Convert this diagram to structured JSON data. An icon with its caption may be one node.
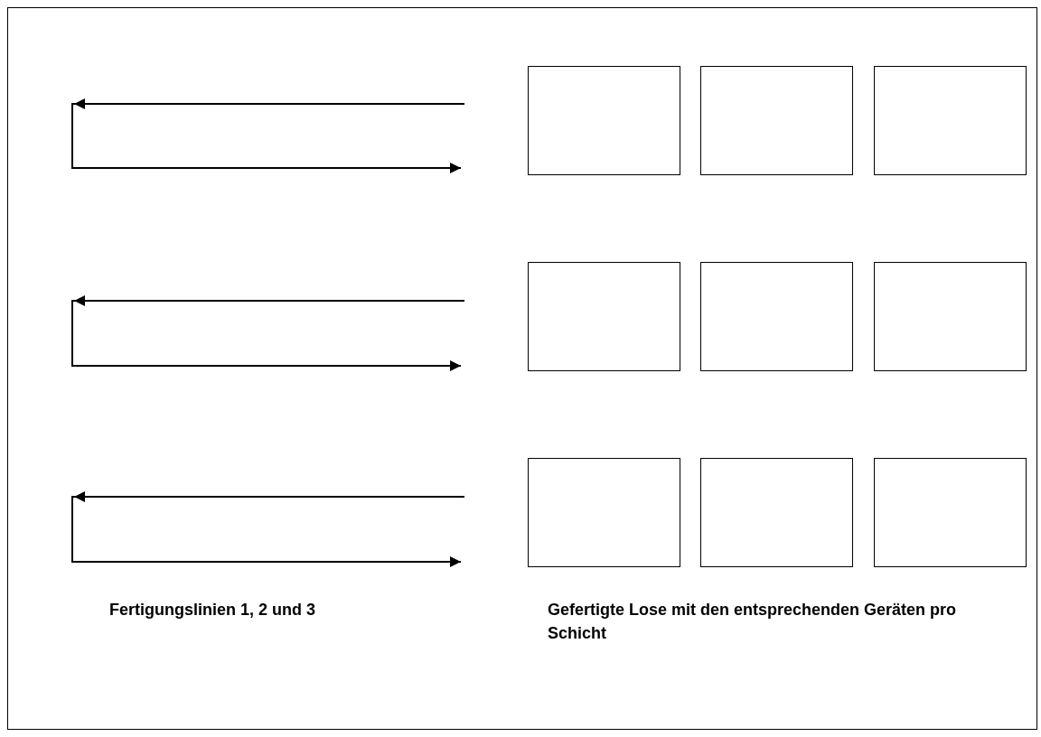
{
  "diagram": {
    "nodes": [
      {
        "text": [],
        "shape": "box"
      },
      {
        "text": [],
        "shape": "box"
      },
      {
        "text": [],
        "shape": "box"
      },
      {
        "text": [],
        "shape": "box"
      },
      {
        "text": [],
        "shape": "box"
      },
      {
        "text": [],
        "shape": "box"
      },
      {
        "text": [],
        "shape": "box"
      },
      {
        "text": [],
        "shape": "box"
      },
      {
        "text": [],
        "shape": "box"
      }
    ],
    "labels": [
      "Fertigungslinien 1, 2 und 3",
      "Gefertigte Lose mit den entsprechenden Geräten pro Schicht"
    ]
  }
}
